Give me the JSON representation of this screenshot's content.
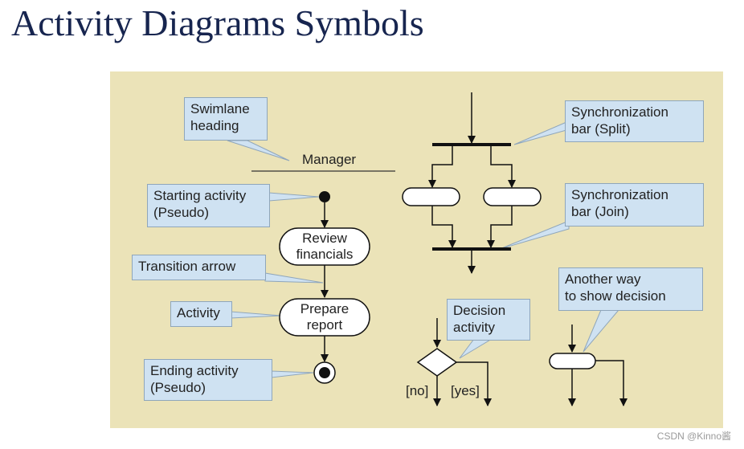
{
  "title": "Activity Diagrams Symbols",
  "swimlane": {
    "heading_label": "Manager"
  },
  "activities": {
    "review": "Review\nfinancials",
    "prepare": "Prepare\nreport"
  },
  "callouts": {
    "swimlane_heading": "Swimlane\nheading",
    "starting_activity": "Starting activity\n(Pseudo)",
    "transition_arrow": "Transition arrow",
    "activity": "Activity",
    "ending_activity": "Ending activity\n(Pseudo)",
    "sync_split": "Synchronization\nbar (Split)",
    "sync_join": "Synchronization\nbar (Join)",
    "decision_activity": "Decision\nactivity",
    "another_way": "Another way\nto show decision"
  },
  "decision": {
    "no_label": "[no]",
    "yes_label": "[yes]"
  },
  "watermark": "CSDN @Kinno酱",
  "colors": {
    "panel": "#ebe3b8",
    "callout": "#cfe2f2",
    "title": "#17254f"
  }
}
